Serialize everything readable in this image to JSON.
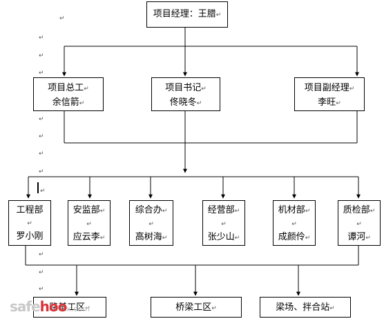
{
  "manager": {
    "line1": "项目经理：王腊"
  },
  "deputies": [
    {
      "title": "项目总工",
      "person": "余信箭"
    },
    {
      "title": "项目书记",
      "person": "佟晓冬"
    },
    {
      "title": "项目副经理",
      "person": "李旺"
    }
  ],
  "departments": [
    {
      "name": "工程部",
      "person": "罗小刚"
    },
    {
      "name": "安监部",
      "person": "应云李"
    },
    {
      "name": "综合办",
      "person": "高树海"
    },
    {
      "name": "经营部",
      "person": "张少山"
    },
    {
      "name": "机材部",
      "person": "成颜伶"
    },
    {
      "name": "质检部",
      "person": "谭河"
    }
  ],
  "work_areas": [
    {
      "name": "路基工区"
    },
    {
      "name": "桥梁工区"
    },
    {
      "name": "梁场、拌合站"
    }
  ],
  "paragraph_mark": "↵",
  "watermark": {
    "brand_a": "safe",
    "brand_b": "hoo",
    "suffix": "x.com"
  }
}
